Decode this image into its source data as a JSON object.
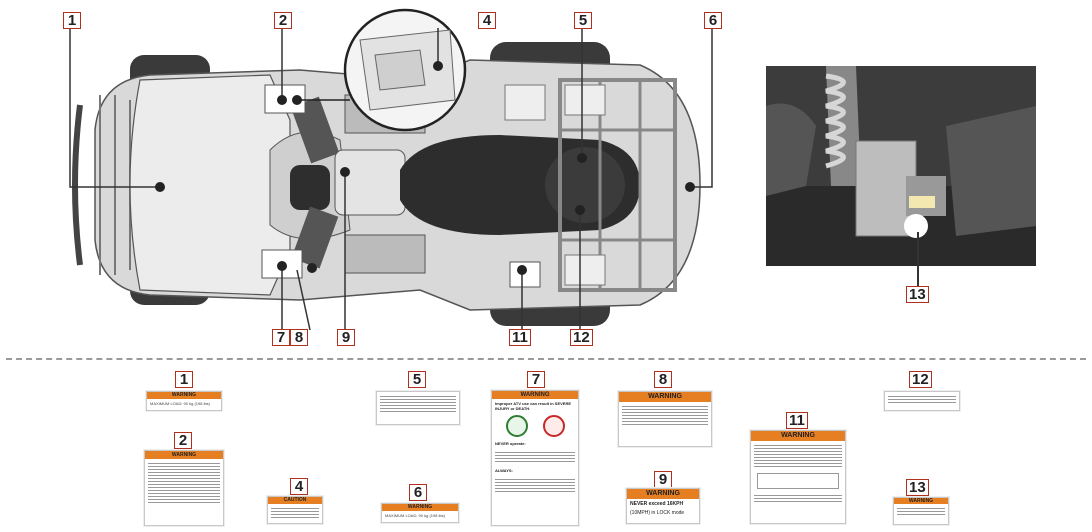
{
  "top_callouts": [
    {
      "id": "c1",
      "label": "1"
    },
    {
      "id": "c2",
      "label": "2"
    },
    {
      "id": "c4",
      "label": "4"
    },
    {
      "id": "c5",
      "label": "5"
    },
    {
      "id": "c6",
      "label": "6"
    },
    {
      "id": "c7",
      "label": "7"
    },
    {
      "id": "c8",
      "label": "8"
    },
    {
      "id": "c9",
      "label": "9"
    },
    {
      "id": "c11",
      "label": "11"
    },
    {
      "id": "c12",
      "label": "12"
    },
    {
      "id": "c13",
      "label": "13"
    }
  ],
  "decals": {
    "d1": {
      "num": "1",
      "header": "WARNING",
      "text": "MAXIMUM LOAD: 90 kg (198 lbs)"
    },
    "d2": {
      "num": "2",
      "header": "WARNING"
    },
    "d4": {
      "num": "4",
      "header": "CAUTION"
    },
    "d5": {
      "num": "5"
    },
    "d6": {
      "num": "6",
      "header": "WARNING",
      "text": "MAXIMUM LOAD: 90 kg (198 lbs)"
    },
    "d7": {
      "num": "7",
      "header": "WARNING",
      "text": "Improper ATV use can result in SEVERE INJURY or DEATH.",
      "never": "NEVER operate:",
      "always": "ALWAYS:"
    },
    "d8": {
      "num": "8",
      "header": "WARNING"
    },
    "d9": {
      "num": "9",
      "header": "WARNING",
      "text": "NEVER exceed 16KPH",
      "text2": "(10MPH) in LOCK mode"
    },
    "d11": {
      "num": "11",
      "header": "WARNING"
    },
    "d12": {
      "num": "12"
    },
    "d13": {
      "num": "13",
      "header": "WARNING"
    }
  },
  "colors": {
    "warning_orange": "#e67e22",
    "callout_border": "#b0301f"
  }
}
